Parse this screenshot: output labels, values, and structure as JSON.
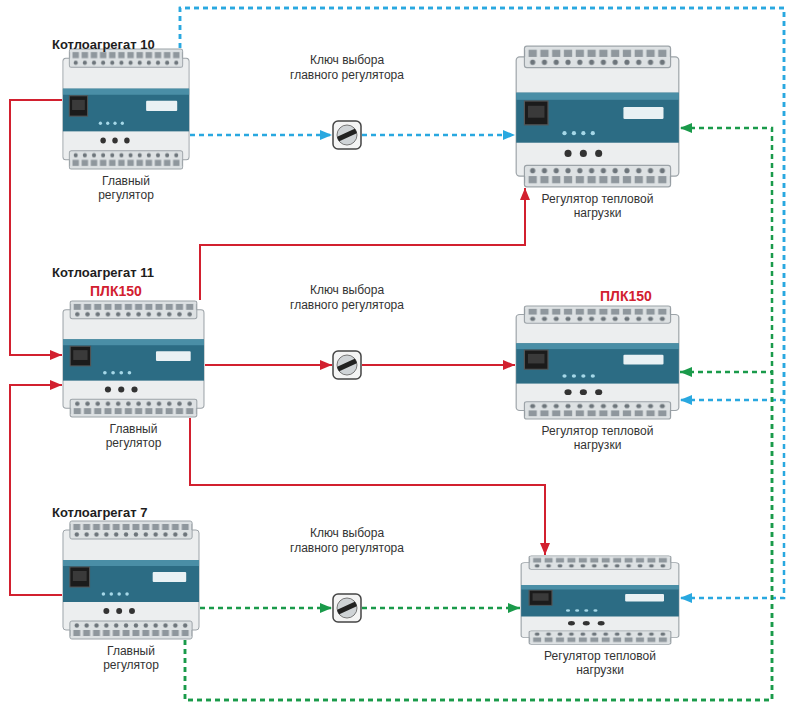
{
  "diagram": {
    "nodes": [
      {
        "text": [
          "Котлоагрегат 10"
        ]
      },
      {
        "text": [
          "Главный регулятор"
        ],
        "in": 0
      },
      {
        "text": [
          "Ключ выбора главного регулятора"
        ],
        "in": 0
      },
      {
        "text": [
          "Регулятор тепловой нагрузки"
        ],
        "in": 0
      },
      {
        "text": [
          "Котлоагрегат 11"
        ]
      },
      {
        "text": [
          "ПЛК150",
          "Главный регулятор"
        ],
        "in": 4
      },
      {
        "text": [
          "Ключ выбора главного регулятора"
        ],
        "in": 4
      },
      {
        "text": [
          "ПЛК150",
          "Регулятор тепловой нагрузки"
        ],
        "in": 4
      },
      {
        "text": [
          "Котлоагрегат 7"
        ]
      },
      {
        "text": [
          "Главный регулятор"
        ],
        "in": 8
      },
      {
        "text": [
          "Ключ выбора главного регулятора"
        ],
        "in": 8
      },
      {
        "text": [
          "Регулятор тепловой нагрузки"
        ],
        "in": 8
      }
    ],
    "edges": [
      {
        "from": 1,
        "to": 2,
        "arrow": "to"
      },
      {
        "from": 2,
        "to": 3,
        "arrow": "to"
      },
      {
        "from": 5,
        "to": 6,
        "arrow": "to"
      },
      {
        "from": 6,
        "to": 7,
        "arrow": "to"
      },
      {
        "from": 9,
        "to": 10,
        "arrow": "to"
      },
      {
        "from": 10,
        "to": 11,
        "arrow": "to"
      },
      {
        "from": 1,
        "to": 5,
        "arrow": "to"
      },
      {
        "from": 9,
        "to": 5,
        "arrow": "to"
      },
      {
        "from": 5,
        "to": 3,
        "arrow": "to"
      },
      {
        "from": 5,
        "to": 11,
        "arrow": "to"
      },
      {
        "from": 1,
        "to": 7,
        "arrow": "to"
      },
      {
        "from": 1,
        "to": 11,
        "arrow": "to"
      },
      {
        "from": 9,
        "to": 3,
        "arrow": "to"
      },
      {
        "from": 9,
        "to": 7,
        "arrow": "to"
      }
    ]
  }
}
